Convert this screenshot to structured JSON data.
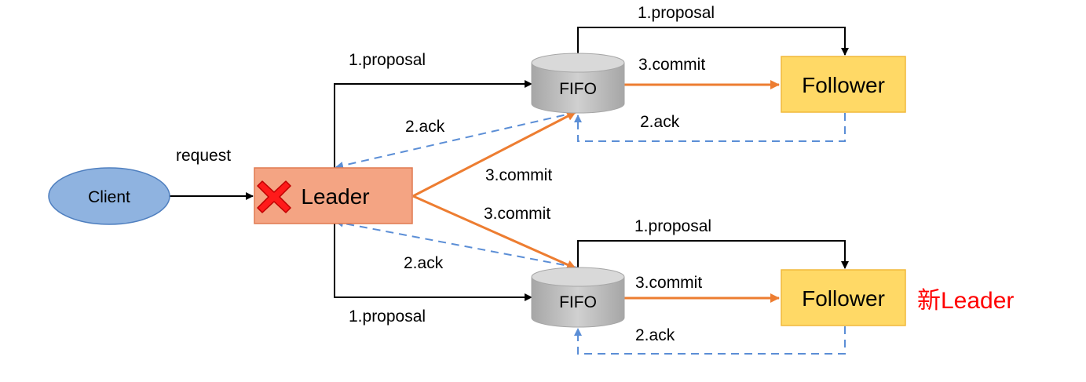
{
  "nodes": {
    "client": "Client",
    "leader": "Leader",
    "fifo_top": "FIFO",
    "fifo_bottom": "FIFO",
    "follower_top": "Follower",
    "follower_bottom": "Follower",
    "new_leader": "新Leader"
  },
  "edge_labels": {
    "request": "request",
    "proposal_top_to_fifo": "1.proposal",
    "proposal_top_to_follower": "1.proposal",
    "proposal_bottom_to_fifo": "1.proposal",
    "proposal_bottom_to_follower": "1.proposal",
    "ack_top_to_leader": "2.ack",
    "ack_bottom_to_leader": "2.ack",
    "ack_top_follower": "2.ack",
    "ack_bottom_follower": "2.ack",
    "commit_leader_to_top": "3.commit",
    "commit_leader_to_bottom": "3.commit",
    "commit_fifo_to_follower_top": "3.commit",
    "commit_fifo_to_follower_bottom": "3.commit"
  },
  "colors": {
    "client_fill": "#8fb3e0",
    "client_stroke": "#4f7fbf",
    "leader_fill": "#f4a483",
    "leader_stroke": "#e07a50",
    "follower_fill": "#ffd966",
    "follower_stroke": "#f1b93b",
    "fifo_fill": "#bfbfbf",
    "commit_arrow": "#ed7d31",
    "ack_arrow": "#5b8ed6",
    "proposal_arrow": "#000000",
    "cross": "#ff0000",
    "new_leader_text": "#ff0000"
  },
  "icons": {
    "leader_failed": "red-x-icon"
  }
}
